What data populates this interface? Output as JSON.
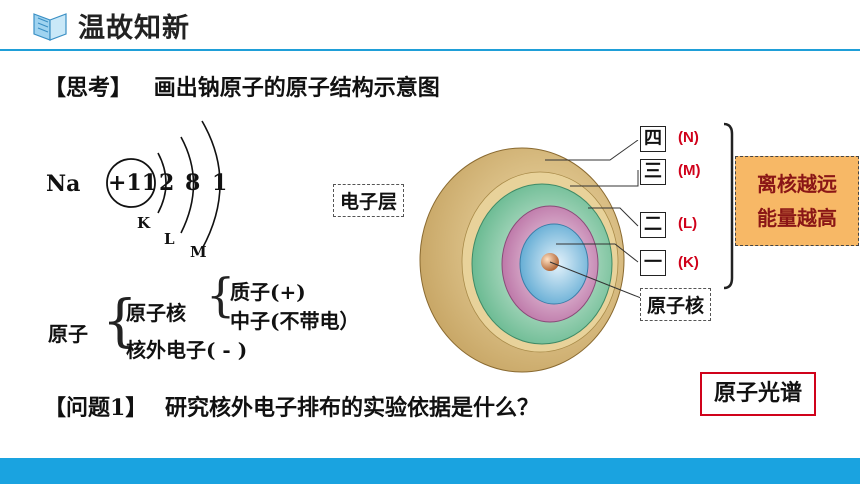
{
  "header": {
    "title": "温故知新",
    "icon": "book-icon"
  },
  "think": {
    "tag": "【思考】",
    "text": "画出钠原子的原子结构示意图"
  },
  "sodium": {
    "symbol": "Na",
    "nucleus": "+11",
    "electrons": [
      "2",
      "8",
      "1"
    ],
    "shells": [
      "K",
      "L",
      "M"
    ]
  },
  "composition": {
    "atom": "原子",
    "nucleus": "原子核",
    "proton": "质子(+)",
    "neutron": "中子(不带电）",
    "electron": "核外电子( - )"
  },
  "diagram": {
    "electron_layer_label": "电子层",
    "nucleus_label": "原子核",
    "layers": [
      {
        "num": "四",
        "code": "(N)"
      },
      {
        "num": "三",
        "code": "(M)"
      },
      {
        "num": "二",
        "code": "(L)"
      },
      {
        "num": "一",
        "code": "(K)"
      }
    ],
    "note_line1": "离核越远",
    "note_line2": "能量越高"
  },
  "question": {
    "tag": "【问题1】",
    "text": "研究核外电子排布的实验依据是什么？"
  },
  "answer": "原子光谱",
  "colors": {
    "accent_blue": "#1aa3e0",
    "answer_border": "#d0021b",
    "note_bg": "#f7b866"
  }
}
